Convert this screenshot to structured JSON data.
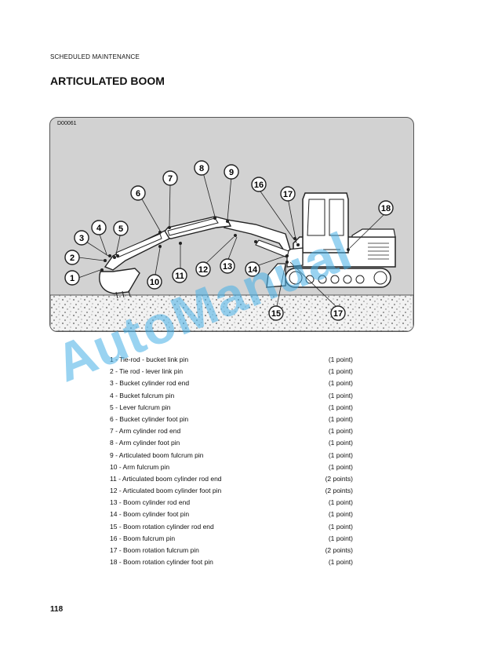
{
  "header": {
    "section": "SCHEDULED MAINTENANCE",
    "title": "ARTICULATED BOOM"
  },
  "figure": {
    "code": "D00061",
    "callouts": [
      "1",
      "2",
      "3",
      "4",
      "5",
      "6",
      "7",
      "8",
      "9",
      "10",
      "11",
      "12",
      "13",
      "14",
      "15",
      "16",
      "17",
      "17",
      "18"
    ]
  },
  "parts": [
    {
      "label": "1 - Tie-rod - bucket link pin",
      "qty": "(1 point)"
    },
    {
      "label": "2 - Tie rod - lever link pin",
      "qty": "(1 point)"
    },
    {
      "label": "3 - Bucket cylinder rod end",
      "qty": "(1 point)"
    },
    {
      "label": "4 - Bucket fulcrum pin",
      "qty": "(1 point)"
    },
    {
      "label": "5 - Lever fulcrum pin",
      "qty": "(1 point)"
    },
    {
      "label": "6 - Bucket cylinder foot pin",
      "qty": "(1 point)"
    },
    {
      "label": "7 - Arm cylinder rod end",
      "qty": "(1 point)"
    },
    {
      "label": "8 - Arm cylinder foot pin",
      "qty": "(1 point)"
    },
    {
      "label": "9 - Articulated boom fulcrum pin",
      "qty": "(1 point)"
    },
    {
      "label": "10 - Arm fulcrum pin",
      "qty": "(1 point)"
    },
    {
      "label": "11 - Articulated boom cylinder rod end",
      "qty": "(2 points)"
    },
    {
      "label": "12 - Articulated boom cylinder foot pin",
      "qty": "(2 points)"
    },
    {
      "label": "13 - Boom cylinder rod end",
      "qty": "(1 point)"
    },
    {
      "label": "14 - Boom cylinder foot pin",
      "qty": "(1 point)"
    },
    {
      "label": "15 - Boom rotation cylinder rod end",
      "qty": "(1 point)"
    },
    {
      "label": "16 - Boom fulcrum pin",
      "qty": "(1 point)"
    },
    {
      "label": "17 - Boom rotation fulcrum pin",
      "qty": "(2 points)"
    },
    {
      "label": "18 - Boom rotation cylinder foot pin",
      "qty": "(1 point)"
    }
  ],
  "page_number": "118",
  "watermark": "AutoManual"
}
